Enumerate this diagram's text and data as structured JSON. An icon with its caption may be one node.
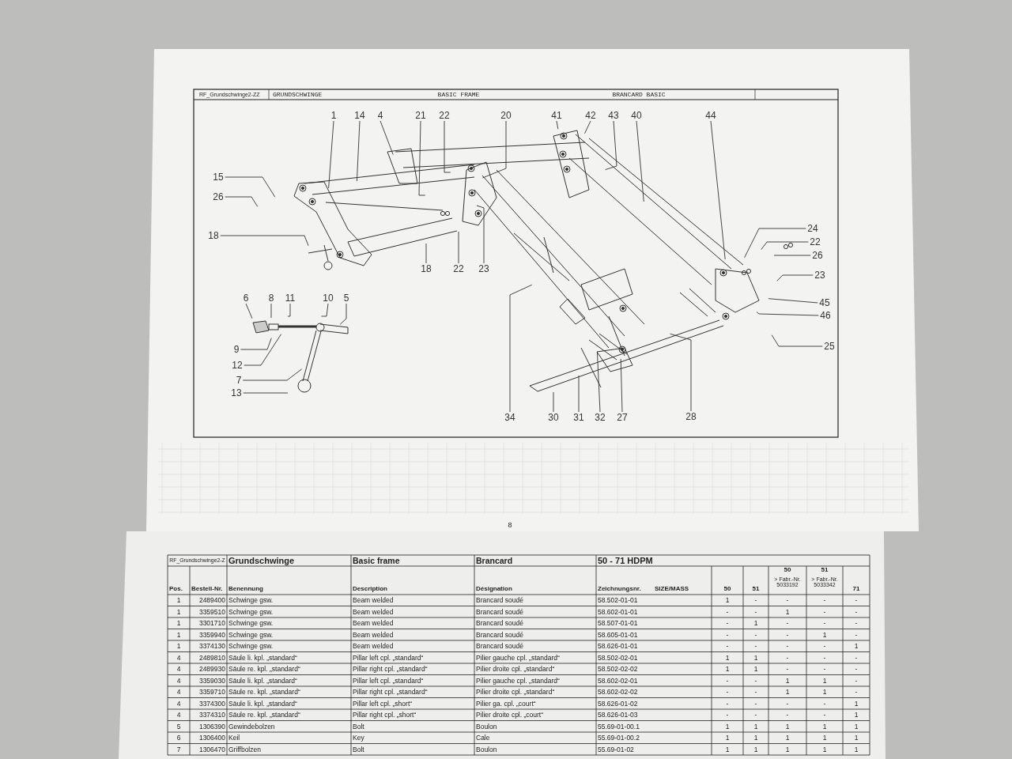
{
  "diagram": {
    "nodes": [
      {
        "text": [
          "1"
        ]
      },
      {
        "text": [
          "14"
        ]
      },
      {
        "text": [
          "4"
        ]
      },
      {
        "text": [
          "21"
        ]
      },
      {
        "text": [
          "22"
        ]
      },
      {
        "text": [
          "20"
        ]
      },
      {
        "text": [
          "41"
        ]
      },
      {
        "text": [
          "42"
        ]
      },
      {
        "text": [
          "43"
        ]
      },
      {
        "text": [
          "40"
        ]
      },
      {
        "text": [
          "44"
        ]
      },
      {
        "text": [
          "15"
        ]
      },
      {
        "text": [
          "26"
        ]
      },
      {
        "text": [
          "18"
        ]
      },
      {
        "text": [
          "24"
        ]
      },
      {
        "text": [
          "22"
        ]
      },
      {
        "text": [
          "26"
        ]
      },
      {
        "text": [
          "23"
        ]
      },
      {
        "text": [
          "18"
        ]
      },
      {
        "text": [
          "22"
        ]
      },
      {
        "text": [
          "23"
        ]
      },
      {
        "text": [
          "45"
        ]
      },
      {
        "text": [
          "46"
        ]
      },
      {
        "text": [
          "6"
        ]
      },
      {
        "text": [
          "8"
        ]
      },
      {
        "text": [
          "11"
        ]
      },
      {
        "text": [
          "10"
        ]
      },
      {
        "text": [
          "5"
        ]
      },
      {
        "text": [
          "25"
        ]
      },
      {
        "text": [
          "9"
        ]
      },
      {
        "text": [
          "12"
        ]
      },
      {
        "text": [
          "7"
        ]
      },
      {
        "text": [
          "13"
        ]
      },
      {
        "text": [
          "34"
        ]
      },
      {
        "text": [
          "30"
        ]
      },
      {
        "text": [
          "31"
        ]
      },
      {
        "text": [
          "32"
        ]
      },
      {
        "text": [
          "27"
        ]
      },
      {
        "text": [
          "28"
        ]
      },
      {
        "text": [],
        "shape": "picture"
      }
    ],
    "edges": [
      {
        "from": 0,
        "to": null,
        "arrow": "none"
      },
      {
        "from": 1,
        "to": null,
        "arrow": "none"
      },
      {
        "from": 2,
        "to": null,
        "arrow": "none"
      },
      {
        "from": 3,
        "to": null,
        "arrow": "none"
      },
      {
        "from": 4,
        "to": null,
        "arrow": "none"
      },
      {
        "from": 5,
        "to": null,
        "arrow": "none"
      },
      {
        "from": 6,
        "to": null,
        "arrow": "none"
      },
      {
        "from": 7,
        "to": null,
        "arrow": "none"
      },
      {
        "from": 8,
        "to": null,
        "arrow": "none"
      },
      {
        "from": 9,
        "to": null,
        "arrow": "none"
      },
      {
        "from": 10,
        "to": null,
        "arrow": "none"
      },
      {
        "from": 11,
        "to": null,
        "arrow": "none"
      },
      {
        "from": 12,
        "to": null,
        "arrow": "none"
      },
      {
        "from": 13,
        "to": null,
        "arrow": "none"
      },
      {
        "from": 14,
        "to": null,
        "arrow": "none"
      },
      {
        "from": 15,
        "to": null,
        "arrow": "none"
      },
      {
        "from": 16,
        "to": null,
        "arrow": "none"
      },
      {
        "from": 17,
        "to": null,
        "arrow": "none"
      },
      {
        "from": 18,
        "to": null,
        "arrow": "none"
      },
      {
        "from": 19,
        "to": null,
        "arrow": "none"
      },
      {
        "from": 20,
        "to": null,
        "arrow": "none"
      },
      {
        "from": 21,
        "to": null,
        "arrow": "none"
      },
      {
        "from": 22,
        "to": null,
        "arrow": "none"
      },
      {
        "from": 23,
        "to": 39,
        "arrow": "none"
      },
      {
        "from": 24,
        "to": 39,
        "arrow": "none"
      },
      {
        "from": 25,
        "to": 39,
        "arrow": "none"
      },
      {
        "from": 26,
        "to": 39,
        "arrow": "none"
      },
      {
        "from": 27,
        "to": 39,
        "arrow": "none"
      },
      {
        "from": 28,
        "to": null,
        "arrow": "none"
      },
      {
        "from": 29,
        "to": 39,
        "arrow": "none"
      },
      {
        "from": 30,
        "to": 39,
        "arrow": "none"
      },
      {
        "from": 31,
        "to": 39,
        "arrow": "none"
      },
      {
        "from": 32,
        "to": 39,
        "arrow": "none"
      },
      {
        "from": 33,
        "to": null,
        "arrow": "none"
      },
      {
        "from": 34,
        "to": null,
        "arrow": "none"
      },
      {
        "from": 35,
        "to": null,
        "arrow": "none"
      },
      {
        "from": 36,
        "to": null,
        "arrow": "none"
      },
      {
        "from": 37,
        "to": null,
        "arrow": "none"
      },
      {
        "from": 38,
        "to": null,
        "arrow": "none"
      }
    ],
    "labels": [
      "RF_Grundschwinge2-ZZ",
      "GRUNDSCHWINGE",
      "BASIC FRAME",
      "BRANCARD BASIC",
      "8",
      "RF_Grundschwinge2-Z",
      "Grundschwinge",
      "Basic frame",
      "Brancard",
      "50 - 71 HDPM",
      "50",
      "> Fabr.-Nr. 5033192",
      "51",
      "> Fabr.-Nr. 5033342",
      "Pos.",
      "Bestell-Nr.",
      "Benennung",
      "Description",
      "Désignation",
      "Zeichnungsnr.",
      "SIZE/MASS",
      "50",
      "51",
      "71",
      "1",
      "2489400",
      "Schwinge gsw.",
      "Beam welded",
      "Brancard soudé",
      "58.502-01-01",
      "1",
      "-",
      "-",
      "-",
      "-",
      "1",
      "3359510",
      "Schwinge gsw.",
      "Beam welded",
      "Brancard soudé",
      "58.602-01-01",
      "-",
      "-",
      "1",
      "-",
      "-",
      "1",
      "3301710",
      "Schwinge gsw.",
      "Beam welded",
      "Brancard soudé",
      "58.507-01-01",
      "-",
      "1",
      "-",
      "-",
      "-",
      "1",
      "3359940",
      "Schwinge gsw.",
      "Beam welded",
      "Brancard soudé",
      "58.605-01-01",
      "-",
      "-",
      "-",
      "1",
      "-",
      "1",
      "3374130",
      "Schwinge gsw.",
      "Beam welded",
      "Brancard soudé",
      "58.626-01-01",
      "-",
      "-",
      "-",
      "-",
      "1",
      "4",
      "2489810",
      "Säule li. kpl. „standard“",
      "Pillar left cpl. „standard“",
      "Pilier gauche cpl. „standard“",
      "58.502-02-01",
      "1",
      "1",
      "-",
      "-",
      "-",
      "4",
      "2489930",
      "Säule re. kpl. „standard“",
      "Pillar right cpl. „standard“",
      "Pilier droite cpl. „standard“",
      "58.502-02-02",
      "1",
      "1",
      "-",
      "-",
      "-",
      "4",
      "3359030",
      "Säule li. kpl. „standard“",
      "Pillar left cpl. „standard“",
      "Pilier gauche cpl. „standard“",
      "58.602-02-01",
      "-",
      "-",
      "1",
      "1",
      "-",
      "4",
      "3359710",
      "Säule re. kpl. „standard“",
      "Pillar right cpl. „standard“",
      "Pilier droite cpl. „standard“",
      "58.602-02-02",
      "-",
      "-",
      "1",
      "1",
      "-",
      "4",
      "3374300",
      "Säule li. kpl. „standard“",
      "Pillar left cpl. „short“",
      "Pilier ga. cpl. „court“",
      "58.626-01-02",
      "-",
      "-",
      "-",
      "-",
      "1",
      "4",
      "3374310",
      "Säule re. kpl. „standard“",
      "Pillar right cpl. „short“",
      "Pilier droite cpl. „court“",
      "58.626-01-03",
      "-",
      "-",
      "-",
      "-",
      "1",
      "5",
      "1306390",
      "Gewindebolzen",
      "Bolt",
      "Boulon",
      "55.69-01-00.1",
      "1",
      "1",
      "1",
      "1",
      "1",
      "6",
      "1306400",
      "Keil",
      "Key",
      "Cale",
      "55.69-01-00.2",
      "1",
      "1",
      "1",
      "1",
      "1",
      "7",
      "1306470",
      "Griffbolzen",
      "Bolt",
      "Boulon",
      "55.69-01-02",
      "1",
      "1",
      "1",
      "1",
      "1"
    ]
  }
}
